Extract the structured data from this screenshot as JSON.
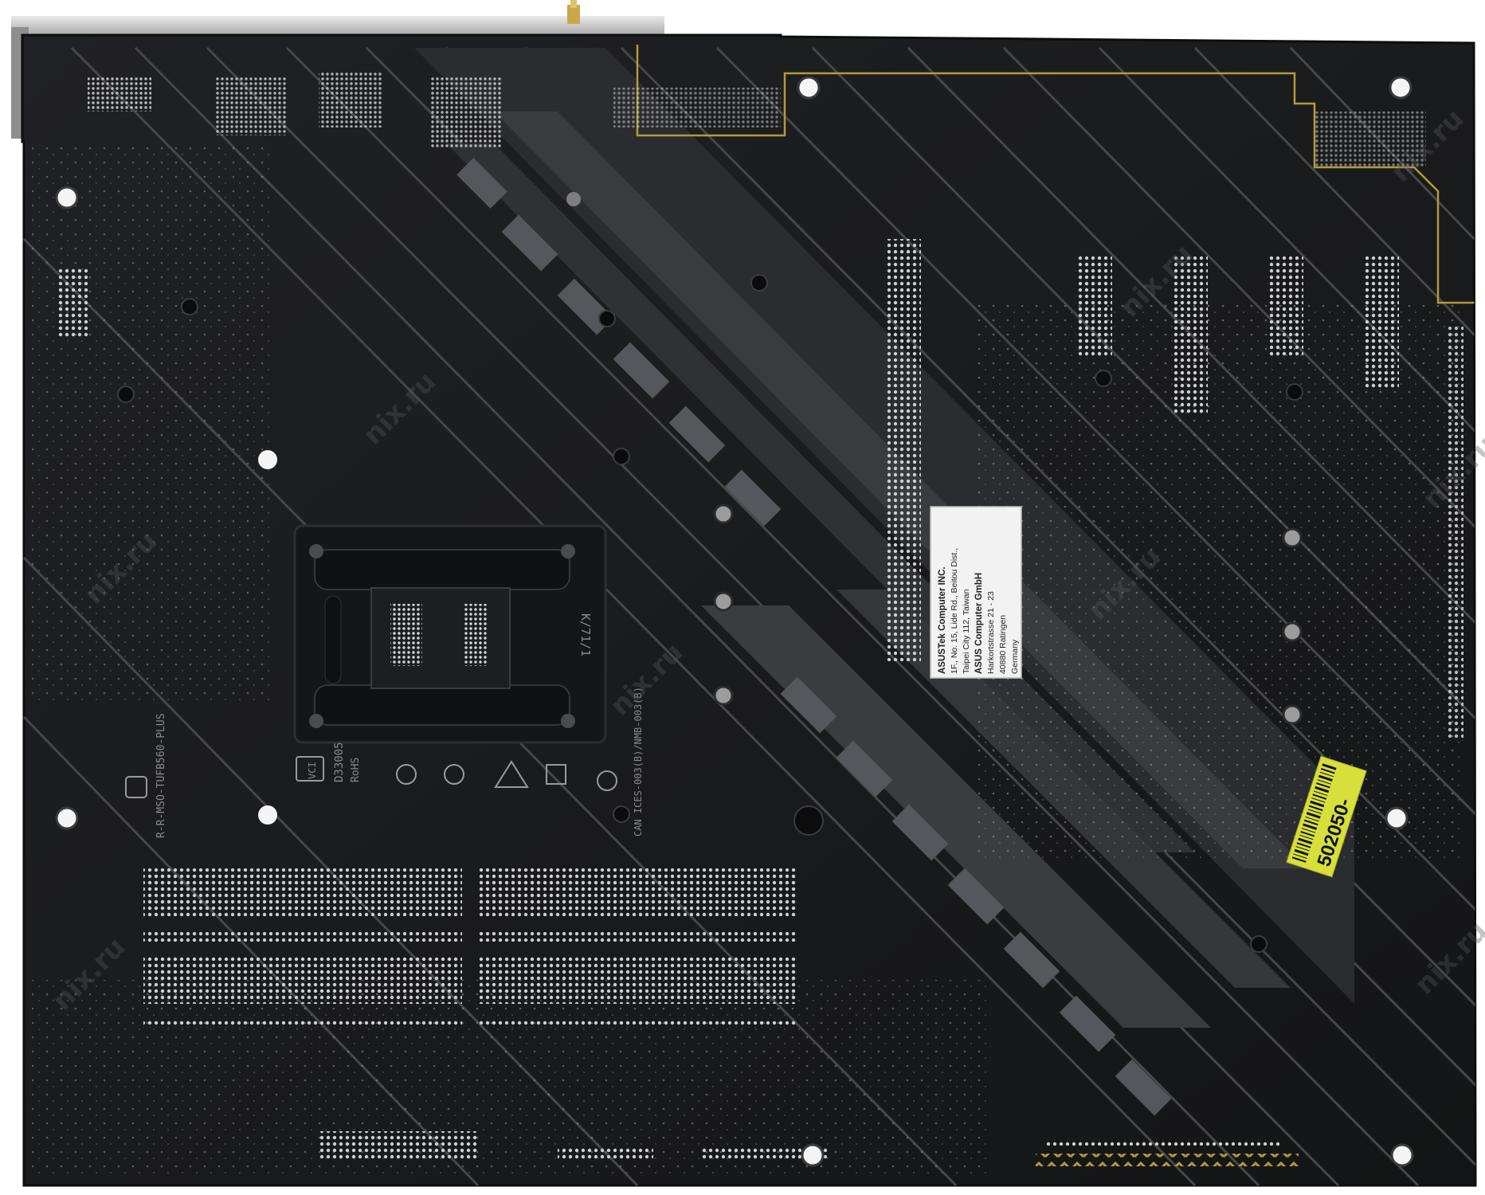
{
  "board": {
    "pcb_color": "#1b1c1e",
    "trace_color": "#4a4c50",
    "gold_color": "#b59a3a"
  },
  "address_label": {
    "lines": [
      "ASUSTek Computer INC.",
      "1F., No. 15, Lide Rd., Beitou Dist.,",
      "Taipei City 112, Taiwan",
      "ASUS Computer GmbH",
      "Harkortstrasse 21 - 23",
      "40880 Ratingen",
      "Germany"
    ]
  },
  "yellow_sticker": {
    "text": "502050-",
    "color": "#d7df3a"
  },
  "silkscreen": {
    "model_code": "R-R-MSO-TUFB560-PLUS",
    "cpu_marking": "K/71/1",
    "cert_code": "CAN ICES-003(B)/NMB-003(B)",
    "dsd_code": "D33005",
    "rohs": "RoHS",
    "vci": "VCI"
  },
  "watermark": {
    "text": "nix.ru"
  }
}
